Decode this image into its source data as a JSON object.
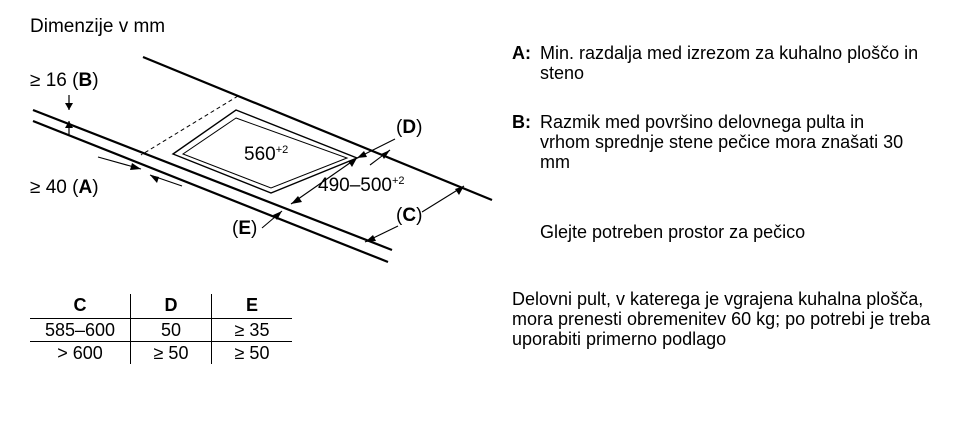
{
  "header": {
    "title": "Dimenzije v mm"
  },
  "drawing": {
    "label_b": {
      "prefix": "≥ 16 (",
      "key": "B",
      "suffix": ")"
    },
    "label_a": {
      "prefix": "≥ 40 (",
      "key": "A",
      "suffix": ")"
    },
    "label_d": {
      "prefix": "(",
      "key": "D",
      "suffix": ")"
    },
    "label_e": {
      "prefix": "(",
      "key": "E",
      "suffix": ")"
    },
    "label_c": {
      "prefix": "(",
      "key": "C",
      "suffix": ")"
    },
    "dim_width": {
      "value": "560",
      "tolerance": "+2"
    },
    "dim_depth": {
      "value": "490–500",
      "tolerance": "+2"
    }
  },
  "notes": [
    {
      "key": "A:",
      "text": "Min. razdalja med izrezom za kuhalno ploščo in steno"
    },
    {
      "key": "B:",
      "text": "Razmik med površino delovnega pulta in vrhom sprednje stene pečice mora znašati 30 mm"
    }
  ],
  "oven_note": "Glejte potreben prostor za pečico",
  "worktop_note": "Delovni pult, v katerega je vgrajena kuhalna plošča, mora prenesti obremenitev 60 kg; po potrebi je treba uporabiti primerno podlago",
  "table": {
    "headers": [
      "C",
      "D",
      "E"
    ],
    "rows": [
      [
        "585–600",
        "50",
        "≥ 35"
      ],
      [
        "> 600",
        "≥ 50",
        "≥ 50"
      ]
    ]
  }
}
